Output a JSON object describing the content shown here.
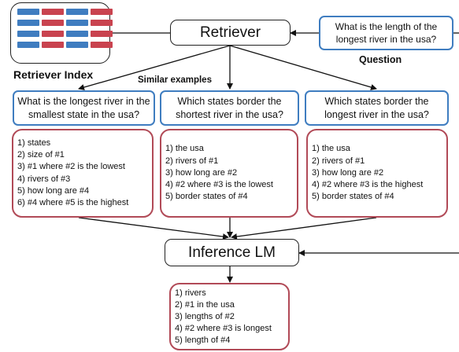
{
  "retriever_index": {
    "label": "Retriever Index",
    "colors": [
      "#3f7dc0",
      "#c9434f"
    ]
  },
  "retriever": {
    "label": "Retriever"
  },
  "question": {
    "label": "Question",
    "text": "What is the length of the longest river in the usa?"
  },
  "similar_examples": {
    "label": "Similar examples",
    "items": [
      {
        "question": "What is the longest river in the smallest state in the usa?",
        "decomposition": [
          "1) states",
          "2) size of #1",
          "3) #1 where #2 is the lowest",
          "4) rivers of #3",
          "5) how long are #4",
          "6) #4 where #5 is the highest"
        ]
      },
      {
        "question": "Which states border the shortest river in the usa?",
        "decomposition": [
          "1) the usa",
          "2) rivers of #1",
          "3) how long are #2",
          "4) #2 where #3 is the lowest",
          "5) border states of #4"
        ]
      },
      {
        "question": "Which states border the longest river in the usa?",
        "decomposition": [
          "1) the usa",
          "2) rivers of #1",
          "3) how long are #2",
          "4) #2 where #3 is the highest",
          "5) border states of #4"
        ]
      }
    ]
  },
  "inference_lm": {
    "label": "Inference LM"
  },
  "output": {
    "decomposition": [
      "1) rivers",
      "2) #1 in the usa",
      "3) lengths of #2",
      "4) #2 where #3 is longest",
      "5) length of #4"
    ]
  }
}
